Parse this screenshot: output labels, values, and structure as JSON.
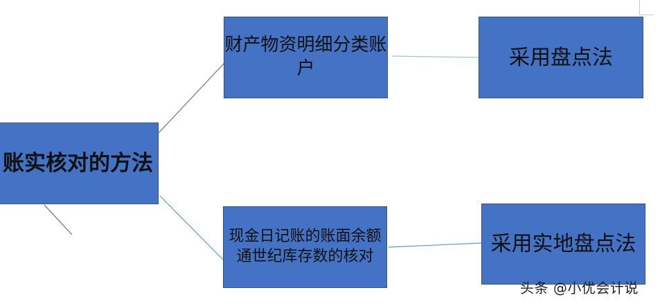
{
  "nodes": {
    "root": "账实核对的方法",
    "upper_account": "财产物资明细分类账户",
    "upper_method": "采用盘点法",
    "lower_account": "现金日记账的账面余额通世纪库存数的核对",
    "lower_method": "采用实地盘点法"
  },
  "watermark": "头条 @小优会计说",
  "colors": {
    "box_fill": "#4472c4",
    "box_border": "#2f528f",
    "connector_upper": "#7f7f7f",
    "connector_lower": "#5b9bd5"
  }
}
